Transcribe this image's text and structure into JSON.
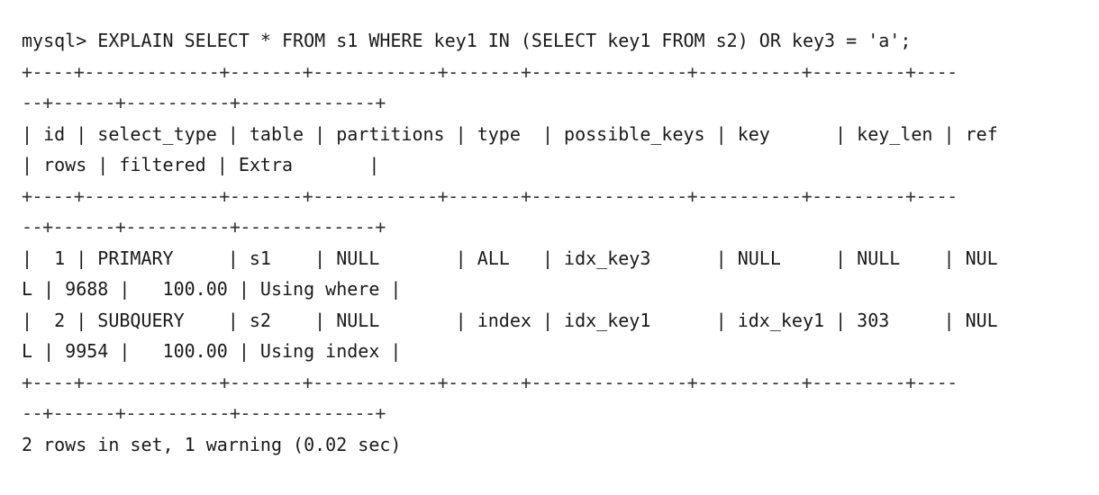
{
  "terminal": {
    "command": "mysql> EXPLAIN SELECT * FROM s1 WHERE key1 IN (SELECT key1 FROM s2) OR key3 = 'a';",
    "border_a": "+----+-------------+-------+------------+-------+---------------+----------+---------+----",
    "border_b": "--+------+----------+-------------+",
    "header_a": "| id | select_type | table | partitions | type  | possible_keys | key      | key_len | ref",
    "header_b": "| rows | filtered | Extra       |",
    "row1_a": "|  1 | PRIMARY     | s1    | NULL       | ALL   | idx_key3      | NULL     | NULL    | NUL",
    "row1_b": "L | 9688 |   100.00 | Using where |",
    "row2_a": "|  2 | SUBQUERY    | s2    | NULL       | index | idx_key1      | idx_key1 | 303     | NUL",
    "row2_b": "L | 9954 |   100.00 | Using index |",
    "footer": "2 rows in set, 1 warning (0.02 sec)"
  },
  "table": {
    "columns": [
      "id",
      "select_type",
      "table",
      "partitions",
      "type",
      "possible_keys",
      "key",
      "key_len",
      "ref",
      "rows",
      "filtered",
      "Extra"
    ],
    "rows": [
      [
        "1",
        "PRIMARY",
        "s1",
        "NULL",
        "ALL",
        "idx_key3",
        "NULL",
        "NULL",
        "NULL",
        "9688",
        "100.00",
        "Using where"
      ],
      [
        "2",
        "SUBQUERY",
        "s2",
        "NULL",
        "index",
        "idx_key1",
        "idx_key1",
        "303",
        "NULL",
        "9954",
        "100.00",
        "Using index"
      ]
    ]
  }
}
